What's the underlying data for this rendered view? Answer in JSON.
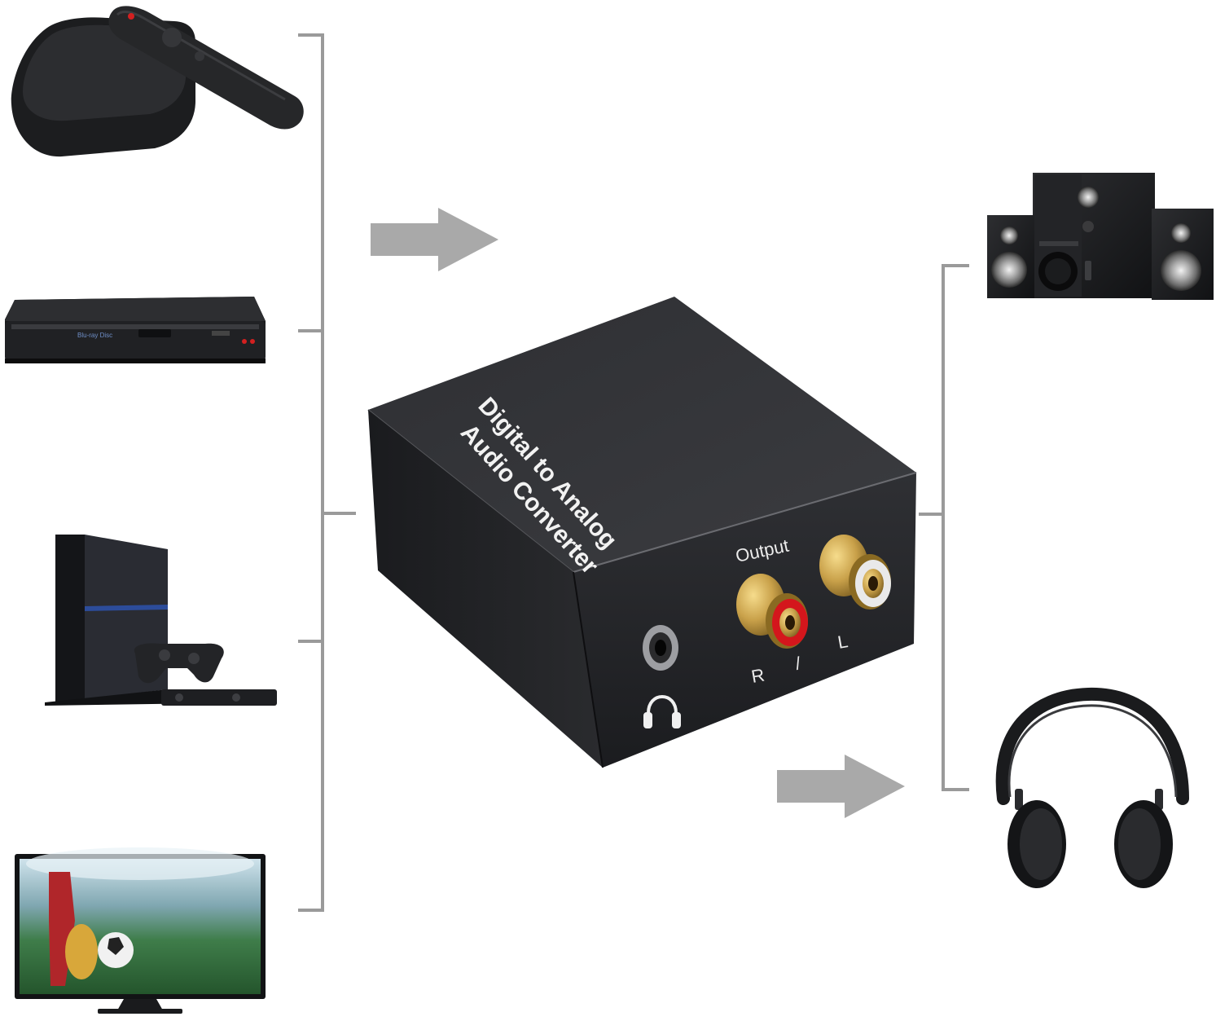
{
  "device": {
    "top_label_line1": "Digital to Analog",
    "top_label_line2": "Audio Converter",
    "output_label": "Output",
    "jack_right": "R",
    "jack_separator": "/",
    "jack_left": "L"
  },
  "colors": {
    "bracket": "#9a9a9a",
    "arrow": "#a9a9a9",
    "device_body": "#2b2c2f",
    "gold": "#c9a14a",
    "rca_red": "#d4161c",
    "rca_white": "#e9e9e9"
  },
  "icons": {
    "input_sources": [
      "tv-box-with-remote",
      "blu-ray-player",
      "game-console-with-controller",
      "television"
    ],
    "outputs": [
      "speaker-system",
      "headphones"
    ],
    "headphone_port_symbol": "headphone-symbol-icon"
  }
}
